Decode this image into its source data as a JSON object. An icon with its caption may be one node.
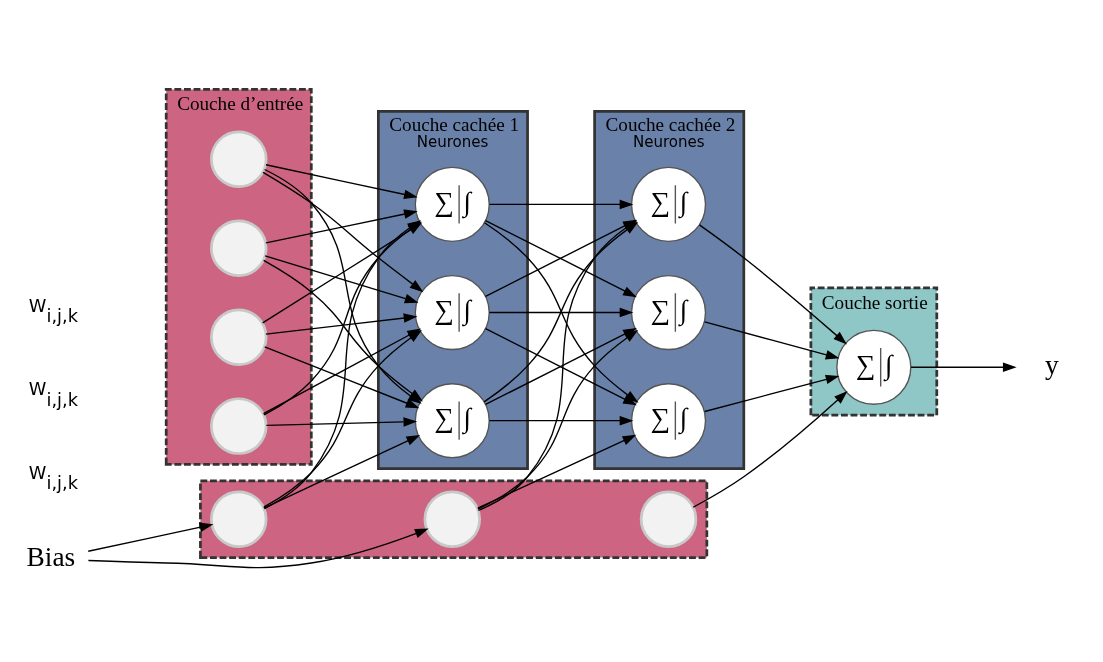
{
  "diagram": {
    "nodes": [
      {
        "text": [
          "Couche d’entrée"
        ]
      },
      {
        "text": [],
        "shape": "circle",
        "in": 0
      },
      {
        "text": [],
        "shape": "circle",
        "in": 0
      },
      {
        "text": [],
        "shape": "circle",
        "in": 0
      },
      {
        "text": [],
        "shape": "circle",
        "in": 0
      },
      {
        "text": [
          "Couche cachée 1",
          "Neurones"
        ]
      },
      {
        "text": [
          "∑",
          "∫"
        ],
        "in": 5
      },
      {
        "text": [
          "∑",
          "∫"
        ],
        "in": 5
      },
      {
        "text": [
          "∑",
          "∫"
        ],
        "in": 5
      },
      {
        "text": [
          "Couche cachée 2",
          "Neurones"
        ]
      },
      {
        "text": [
          "∑",
          "∫"
        ],
        "in": 9
      },
      {
        "text": [
          "∑",
          "∫"
        ],
        "in": 9
      },
      {
        "text": [
          "∑",
          "∫"
        ],
        "in": 9
      },
      {
        "text": [
          "Couche sortie"
        ]
      },
      {
        "text": [
          "∑",
          "∫"
        ],
        "in": 13
      },
      {
        "text": [
          "y"
        ]
      },
      {
        "text": [],
        "shape": "box"
      },
      {
        "text": [],
        "shape": "circle",
        "in": 16
      },
      {
        "text": [],
        "shape": "circle",
        "in": 16
      },
      {
        "text": [],
        "shape": "circle",
        "in": 16
      },
      {
        "text": [
          "Bias"
        ]
      }
    ],
    "edges": [
      {
        "from": 1,
        "to": 6,
        "arrow": "to"
      },
      {
        "from": 1,
        "to": 7,
        "arrow": "to"
      },
      {
        "from": 1,
        "to": 8,
        "arrow": "to"
      },
      {
        "from": 2,
        "to": 6,
        "arrow": "to"
      },
      {
        "from": 2,
        "to": 7,
        "arrow": "to"
      },
      {
        "from": 2,
        "to": 8,
        "arrow": "to"
      },
      {
        "from": 3,
        "to": 6,
        "arrow": "to"
      },
      {
        "from": 3,
        "to": 7,
        "arrow": "to"
      },
      {
        "from": 3,
        "to": 8,
        "arrow": "to"
      },
      {
        "from": 4,
        "to": 6,
        "arrow": "to"
      },
      {
        "from": 4,
        "to": 7,
        "arrow": "to"
      },
      {
        "from": 4,
        "to": 8,
        "arrow": "to"
      },
      {
        "from": 6,
        "to": 10,
        "arrow": "to"
      },
      {
        "from": 6,
        "to": 11,
        "arrow": "to"
      },
      {
        "from": 6,
        "to": 12,
        "arrow": "to"
      },
      {
        "from": 7,
        "to": 10,
        "arrow": "to"
      },
      {
        "from": 7,
        "to": 11,
        "arrow": "to"
      },
      {
        "from": 7,
        "to": 12,
        "arrow": "to"
      },
      {
        "from": 8,
        "to": 10,
        "arrow": "to"
      },
      {
        "from": 8,
        "to": 11,
        "arrow": "to"
      },
      {
        "from": 8,
        "to": 12,
        "arrow": "to"
      },
      {
        "from": 10,
        "to": 14,
        "arrow": "to"
      },
      {
        "from": 11,
        "to": 14,
        "arrow": "to"
      },
      {
        "from": 12,
        "to": 14,
        "arrow": "to"
      },
      {
        "from": 14,
        "to": 15,
        "arrow": "to"
      },
      {
        "from": 17,
        "to": 6,
        "arrow": "to"
      },
      {
        "from": 17,
        "to": 7,
        "arrow": "to"
      },
      {
        "from": 17,
        "to": 8,
        "arrow": "to"
      },
      {
        "from": 18,
        "to": 10,
        "arrow": "to"
      },
      {
        "from": 18,
        "to": 11,
        "arrow": "to"
      },
      {
        "from": 18,
        "to": 12,
        "arrow": "to"
      },
      {
        "from": 19,
        "to": 14,
        "arrow": "to"
      },
      {
        "from": 20,
        "to": 17,
        "arrow": "to"
      },
      {
        "from": 20,
        "to": 18,
        "arrow": "to"
      }
    ],
    "labels": [
      "W$_{i,j,k}$",
      "W$_{i,j,k}$",
      "W$_{i,j,k}$"
    ]
  }
}
